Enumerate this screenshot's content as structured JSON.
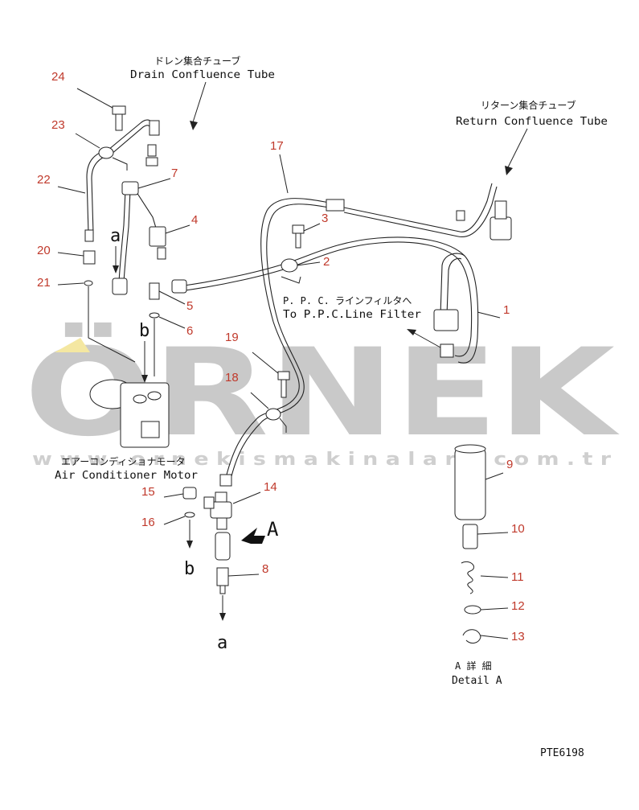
{
  "labels": {
    "drain_jp": "ドレン集合チューブ",
    "drain_en": "Drain Confluence Tube",
    "return_jp": "リターン集合チューブ",
    "return_en": "Return Confluence Tube",
    "ppc_jp": "P. P. C. ラインフィルタへ",
    "ppc_en": "To P.P.C.Line Filter",
    "aircon_jp": "エアーコンディショナモータ",
    "aircon_en": "Air Conditioner Motor",
    "detail_jp": "A 詳 細",
    "detail_en": "Detail A",
    "drawing_code": "PTE6198"
  },
  "connectors": {
    "a_top": "a",
    "b_top": "b",
    "b_bottom": "b",
    "a_bottom": "a",
    "view_a": "A"
  },
  "watermark": {
    "brand": "ÖRNEK",
    "site": "w w w . o r n e k i s m a k i n a l a r i . c o m . t r"
  },
  "callouts": [
    "1",
    "2",
    "3",
    "4",
    "5",
    "6",
    "7",
    "8",
    "9",
    "10",
    "11",
    "12",
    "13",
    "14",
    "15",
    "16",
    "17",
    "18",
    "19",
    "20",
    "21",
    "22",
    "23",
    "24"
  ],
  "colors": {
    "callout": "#c0392b",
    "line": "#222222",
    "watermark": "#c9c9c9"
  }
}
